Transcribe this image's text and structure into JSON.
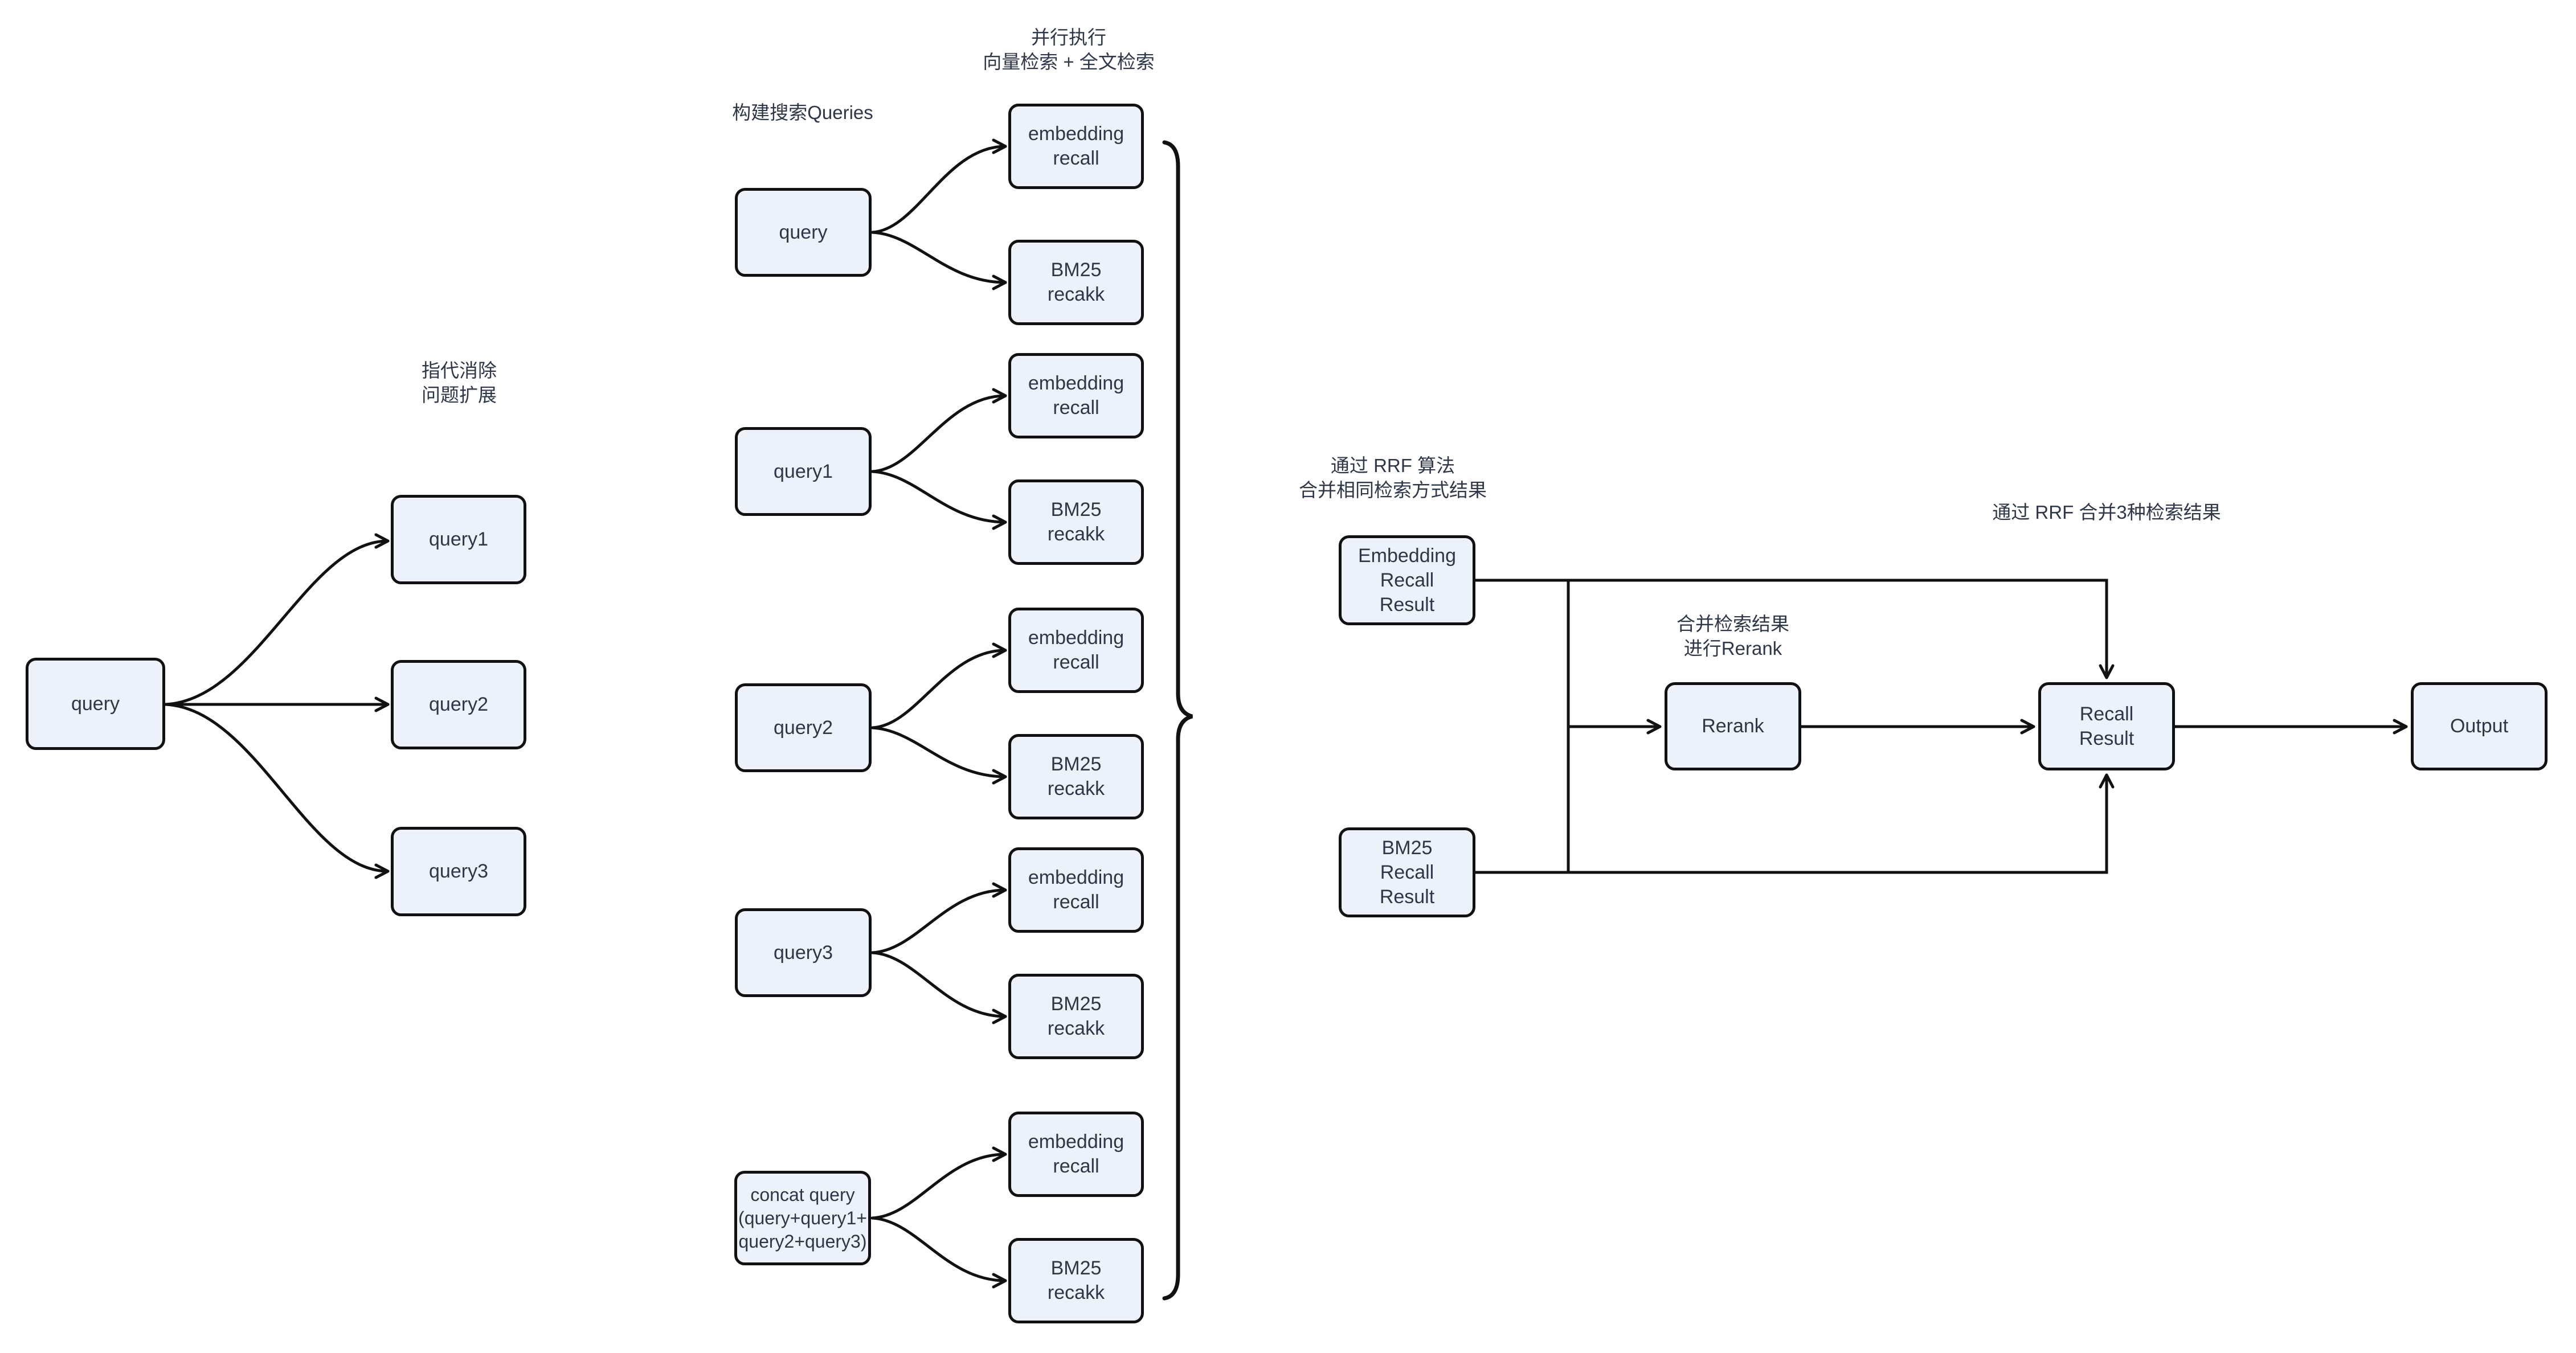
{
  "diagram": {
    "annotations": {
      "parallel_execution": "并行执行\n向量检索 + 全文检索",
      "build_queries": "构建搜索Queries",
      "coref_expansion": "指代消除\n问题扩展",
      "rrf_merge_same": "通过 RRF 算法\n合并相同检索方式结果",
      "merge_rerank": "合并检索结果\n进行Rerank",
      "rrf_merge_three": "通过 RRF 合并3种检索结果"
    },
    "nodes": {
      "query_root": "query",
      "query1": "query1",
      "query2": "query2",
      "query3": "query3",
      "mid_query": "query",
      "mid_query1": "query1",
      "mid_query2": "query2",
      "mid_query3": "query3",
      "concat_query": "concat query\n(query+query1+\nquery2+query3)",
      "embedding_recall": "embedding\nrecall",
      "bm25_recall": "BM25\nrecakk",
      "embedding_recall_result": "Embedding\nRecall\nResult",
      "bm25_recall_result": "BM25\nRecall\nResult",
      "rerank": "Rerank",
      "recall_result": "Recall\nResult",
      "output": "Output"
    },
    "colors": {
      "background": "#ffffff",
      "node_fill": "#edf1fa",
      "node_border": "#111111",
      "text": "#2d3748",
      "connector": "#111111"
    }
  }
}
